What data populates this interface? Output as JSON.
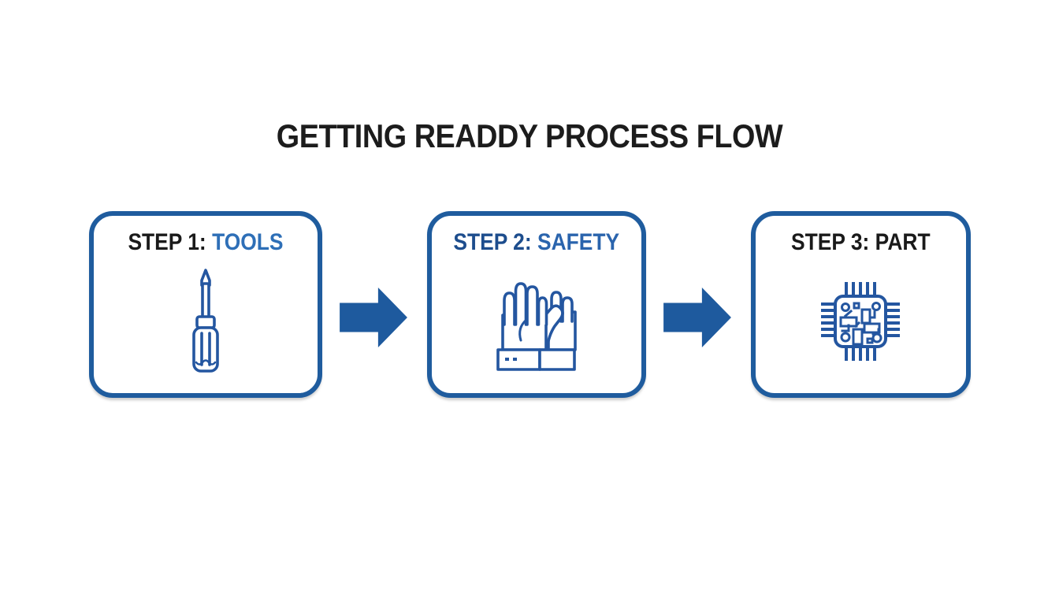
{
  "title": "GETTING READDY PROCESS FLOW",
  "steps": [
    {
      "prefix": "STEP 1:",
      "name": "TOOLS",
      "icon": "screwdriver-icon",
      "prefix_color": "#1a1a1a",
      "name_color": "#2e6fb7"
    },
    {
      "prefix": "STEP 2:",
      "name": "SAFETY",
      "icon": "gloves-icon",
      "prefix_color": "#1d4d8d",
      "name_color": "#2a64ad"
    },
    {
      "prefix": "STEP 3:",
      "name": "PART",
      "icon": "chip-icon",
      "prefix_color": "#1a1a1a",
      "name_color": "#1a1a1a"
    }
  ],
  "colors": {
    "background": "#ffffff",
    "box_border": "#1f5c9e",
    "arrow": "#1e5a9e",
    "icon_stroke": "#2456a0",
    "title_text": "#1c1c1c"
  }
}
